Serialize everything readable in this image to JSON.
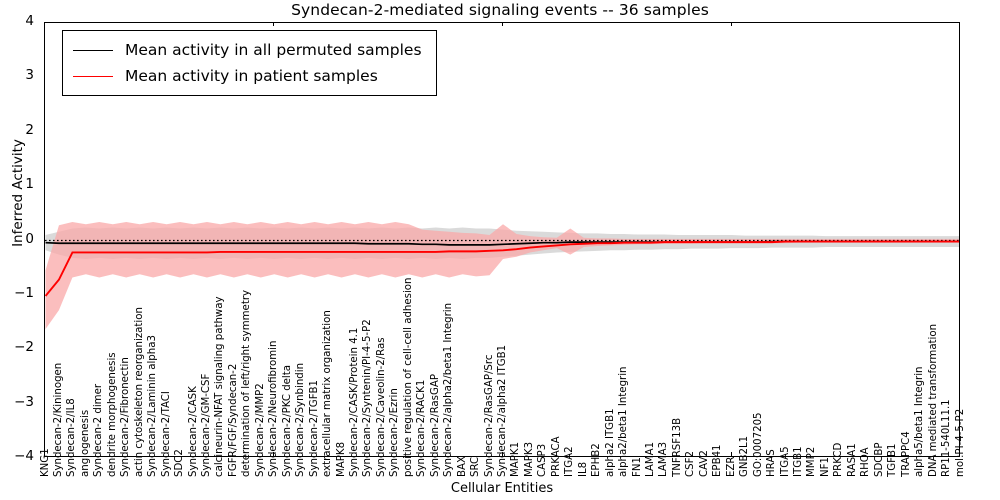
{
  "chart_data": {
    "type": "line",
    "title": "Syndecan-2-mediated signaling events -- 36 samples",
    "xlabel": "Cellular Entities",
    "ylabel": "Inferred Activity",
    "ylim": [
      -4,
      4
    ],
    "yticks": [
      "4",
      "3",
      "2",
      "1",
      "0",
      "-1",
      "-2",
      "-3",
      "-4"
    ],
    "grid": false,
    "legend_position": "upper-left",
    "colors": {
      "permuted_line": "#000000",
      "permuted_band": "#d8d8d8",
      "patient_line": "#ff0000",
      "patient_band": "#f9a8a8",
      "zero_reference": "#000000"
    },
    "legend": [
      {
        "label": "Mean activity in all permuted samples",
        "color": "#000000"
      },
      {
        "label": "Mean activity in patient samples",
        "color": "#ff0000"
      }
    ],
    "categories": [
      "KNG1",
      "Syndecan-2/Kininogen",
      "Syndecan-2/IL8",
      "angiogenesis",
      "Syndecan-2 dimer",
      "dendrite morphogenesis",
      "Syndecan-2/Fibronectin",
      "actin cytoskeleton reorganization",
      "Syndecan-2/Laminin alpha3",
      "Syndecan-2/TACI",
      "SDC2",
      "Syndecan-2/CASK",
      "Syndecan-2/GM-CSF",
      "calcineurin-NFAT signaling pathway",
      "FGFR/FGF/Syndecan-2",
      "determination of left/right symmetry",
      "Syndecan-2/MMP2",
      "Syndecan-2/Neurofibromin",
      "Syndecan-2/PKC delta",
      "Syndecan-2/Synbindin",
      "Syndecan-2/TGFB1",
      "extracellular matrix organization",
      "MAPK8",
      "Syndecan-2/CASK/Protein 4.1",
      "Syndecan-2/Syntenin/PI-4-5-P2",
      "Syndecan-2/Caveolin-2/Ras",
      "Syndecan-2/Ezrin",
      "positive regulation of cell-cell adhesion",
      "Syndecan-2/RACK1",
      "Syndecan-2/RasGAP",
      "Syndecan-2/alpha2/beta1 Integrin",
      "BAX",
      "SRC",
      "Syndecan-2/RasGAP/Src",
      "Syndecan-2/alpha2 ITGB1",
      "MAPK1",
      "MAPK3",
      "CASP3",
      "PRKACA",
      "ITGA2",
      "IL8",
      "EPHB2",
      "alpha2 ITGB1",
      "alpha2/beta1 Integrin",
      "FN1",
      "LAMA1",
      "LAMA3",
      "TNFRSF13B",
      "CSF2",
      "CAV2",
      "EPB41",
      "EZR",
      "GNB2L1",
      "GO:0007205",
      "HRAS",
      "ITGA5",
      "ITGB1",
      "MMP2",
      "NF1",
      "PRKCD",
      "RASA1",
      "RHOA",
      "SDCBP",
      "TGFB1",
      "TRAPPC4",
      "alpha5/beta1 Integrin",
      "DNA mediated transformation",
      "RP11-540L11.1",
      "mol:PI-4-5-P2"
    ],
    "series": [
      {
        "name": "Mean activity in all permuted samples",
        "color": "#000000",
        "values": [
          -0.04,
          -0.05,
          -0.05,
          -0.05,
          -0.05,
          -0.05,
          -0.05,
          -0.05,
          -0.05,
          -0.05,
          -0.05,
          -0.05,
          -0.05,
          -0.05,
          -0.05,
          -0.05,
          -0.05,
          -0.05,
          -0.05,
          -0.05,
          -0.05,
          -0.05,
          -0.05,
          -0.05,
          -0.06,
          -0.06,
          -0.06,
          -0.06,
          -0.07,
          -0.07,
          -0.08,
          -0.08,
          -0.08,
          -0.08,
          -0.07,
          -0.06,
          -0.05,
          -0.04,
          -0.04,
          -0.03,
          -0.03,
          -0.03,
          -0.03,
          -0.03,
          -0.03,
          -0.03,
          -0.03,
          -0.03,
          -0.03,
          -0.03,
          -0.03,
          -0.03,
          -0.03,
          -0.03,
          -0.02,
          -0.02,
          -0.02,
          -0.02,
          -0.02,
          -0.02,
          -0.02,
          -0.02,
          -0.02,
          -0.02,
          -0.02,
          -0.02,
          -0.02,
          -0.02,
          -0.02
        ],
        "band_upper": [
          0.1,
          0.16,
          0.22,
          0.24,
          0.22,
          0.24,
          0.22,
          0.24,
          0.22,
          0.24,
          0.22,
          0.24,
          0.22,
          0.24,
          0.22,
          0.24,
          0.22,
          0.24,
          0.22,
          0.24,
          0.22,
          0.24,
          0.22,
          0.24,
          0.22,
          0.24,
          0.22,
          0.24,
          0.22,
          0.24,
          0.22,
          0.24,
          0.22,
          0.22,
          0.2,
          0.18,
          0.17,
          0.16,
          0.15,
          0.14,
          0.13,
          0.13,
          0.12,
          0.12,
          0.11,
          0.11,
          0.11,
          0.1,
          0.1,
          0.1,
          0.1,
          0.1,
          0.09,
          0.09,
          0.09,
          0.09,
          0.09,
          0.09,
          0.08,
          0.08,
          0.08,
          0.08,
          0.08,
          0.08,
          0.08,
          0.08,
          0.08,
          0.08,
          0.08
        ],
        "band_lower": [
          -0.18,
          -0.26,
          -0.32,
          -0.34,
          -0.32,
          -0.34,
          -0.32,
          -0.34,
          -0.32,
          -0.34,
          -0.32,
          -0.34,
          -0.32,
          -0.34,
          -0.32,
          -0.34,
          -0.32,
          -0.34,
          -0.32,
          -0.34,
          -0.32,
          -0.34,
          -0.32,
          -0.34,
          -0.32,
          -0.34,
          -0.32,
          -0.34,
          -0.32,
          -0.34,
          -0.32,
          -0.34,
          -0.32,
          -0.32,
          -0.3,
          -0.28,
          -0.26,
          -0.24,
          -0.22,
          -0.21,
          -0.2,
          -0.19,
          -0.18,
          -0.18,
          -0.17,
          -0.17,
          -0.16,
          -0.16,
          -0.15,
          -0.15,
          -0.15,
          -0.14,
          -0.14,
          -0.14,
          -0.13,
          -0.13,
          -0.13,
          -0.13,
          -0.12,
          -0.12,
          -0.12,
          -0.12,
          -0.12,
          -0.12,
          -0.12,
          -0.12,
          -0.12,
          -0.12,
          -0.12
        ]
      },
      {
        "name": "Mean activity in patient samples",
        "color": "#ff0000",
        "values": [
          -1.02,
          -0.72,
          -0.22,
          -0.22,
          -0.22,
          -0.22,
          -0.22,
          -0.22,
          -0.22,
          -0.22,
          -0.22,
          -0.22,
          -0.22,
          -0.21,
          -0.21,
          -0.21,
          -0.21,
          -0.21,
          -0.21,
          -0.21,
          -0.21,
          -0.21,
          -0.21,
          -0.21,
          -0.21,
          -0.21,
          -0.21,
          -0.21,
          -0.21,
          -0.21,
          -0.2,
          -0.2,
          -0.2,
          -0.19,
          -0.18,
          -0.16,
          -0.13,
          -0.11,
          -0.09,
          -0.07,
          -0.06,
          -0.05,
          -0.05,
          -0.04,
          -0.04,
          -0.04,
          -0.03,
          -0.03,
          -0.03,
          -0.03,
          -0.03,
          -0.03,
          -0.03,
          -0.03,
          -0.03,
          -0.02,
          -0.02,
          -0.02,
          -0.02,
          -0.02,
          -0.02,
          -0.02,
          -0.02,
          -0.02,
          -0.02,
          -0.02,
          -0.02,
          -0.02,
          -0.02
        ],
        "band_upper": [
          -0.55,
          0.28,
          0.34,
          0.3,
          0.34,
          0.3,
          0.34,
          0.3,
          0.34,
          0.3,
          0.34,
          0.3,
          0.34,
          0.3,
          0.34,
          0.3,
          0.34,
          0.3,
          0.34,
          0.3,
          0.34,
          0.3,
          0.34,
          0.3,
          0.34,
          0.3,
          0.34,
          0.3,
          0.2,
          0.18,
          0.16,
          0.14,
          0.13,
          0.1,
          0.3,
          0.12,
          0.08,
          0.06,
          0.05,
          0.22,
          0.05,
          0.04,
          0.04,
          0.03,
          0.03,
          0.03,
          0.03,
          0.03,
          0.03,
          0.03,
          0.03,
          0.03,
          0.03,
          0.03,
          0.03,
          0.03,
          0.03,
          0.03,
          0.03,
          0.03,
          0.03,
          0.03,
          0.03,
          0.03,
          0.03,
          0.03,
          0.03,
          0.03,
          0.03
        ],
        "band_lower": [
          -1.63,
          -1.28,
          -0.68,
          -0.62,
          -0.68,
          -0.62,
          -0.68,
          -0.62,
          -0.68,
          -0.62,
          -0.68,
          -0.62,
          -0.68,
          -0.62,
          -0.68,
          -0.62,
          -0.68,
          -0.62,
          -0.68,
          -0.62,
          -0.68,
          -0.62,
          -0.68,
          -0.62,
          -0.68,
          -0.62,
          -0.68,
          -0.62,
          -0.68,
          -0.62,
          -0.68,
          -0.62,
          -0.66,
          -0.64,
          -0.34,
          -0.3,
          -0.22,
          -0.18,
          -0.14,
          -0.26,
          -0.12,
          -0.1,
          -0.09,
          -0.08,
          -0.07,
          -0.07,
          -0.06,
          -0.06,
          -0.06,
          -0.05,
          -0.05,
          -0.05,
          -0.05,
          -0.05,
          -0.05,
          -0.05,
          -0.04,
          -0.04,
          -0.04,
          -0.04,
          -0.04,
          -0.04,
          -0.04,
          -0.04,
          -0.04,
          -0.04,
          -0.04,
          -0.04,
          -0.04
        ]
      }
    ]
  }
}
